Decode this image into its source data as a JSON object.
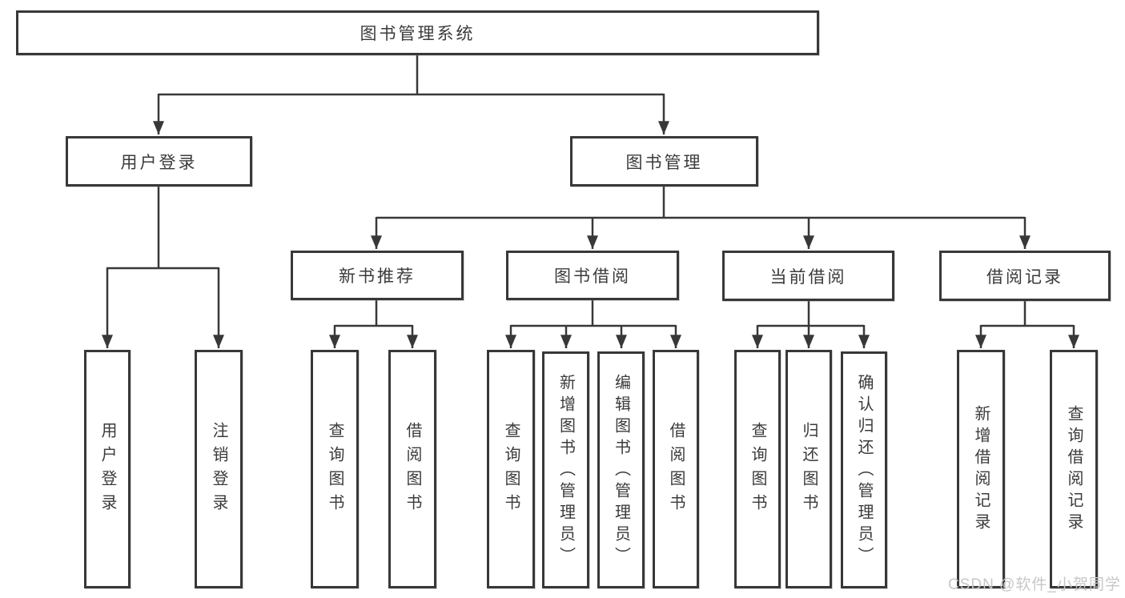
{
  "diagram": {
    "colors": {
      "line": "#383838",
      "text": "#3b3b3b",
      "box_background": "#ffffff",
      "watermark": "#c7c7c7"
    },
    "tree": {
      "label": "图书管理系统",
      "children": [
        {
          "label": "用户登录",
          "children": [
            {
              "label": "用户登录"
            },
            {
              "label": "注销登录"
            }
          ]
        },
        {
          "label": "图书管理",
          "children": [
            {
              "label": "新书推荐",
              "children": [
                {
                  "label": "查询图书"
                },
                {
                  "label": "借阅图书"
                }
              ]
            },
            {
              "label": "图书借阅",
              "children": [
                {
                  "label": "查询图书"
                },
                {
                  "label": "新增图书（管理员）"
                },
                {
                  "label": "编辑图书（管理员）"
                },
                {
                  "label": "借阅图书"
                }
              ]
            },
            {
              "label": "当前借阅",
              "children": [
                {
                  "label": "查询图书"
                },
                {
                  "label": "归还图书"
                },
                {
                  "label": "确认归还（管理员）"
                }
              ]
            },
            {
              "label": "借阅记录",
              "children": [
                {
                  "label": "新增借阅记录"
                },
                {
                  "label": "查询借阅记录"
                }
              ]
            }
          ]
        }
      ]
    },
    "watermark_text": "CSDN @软件_小贺同学"
  }
}
